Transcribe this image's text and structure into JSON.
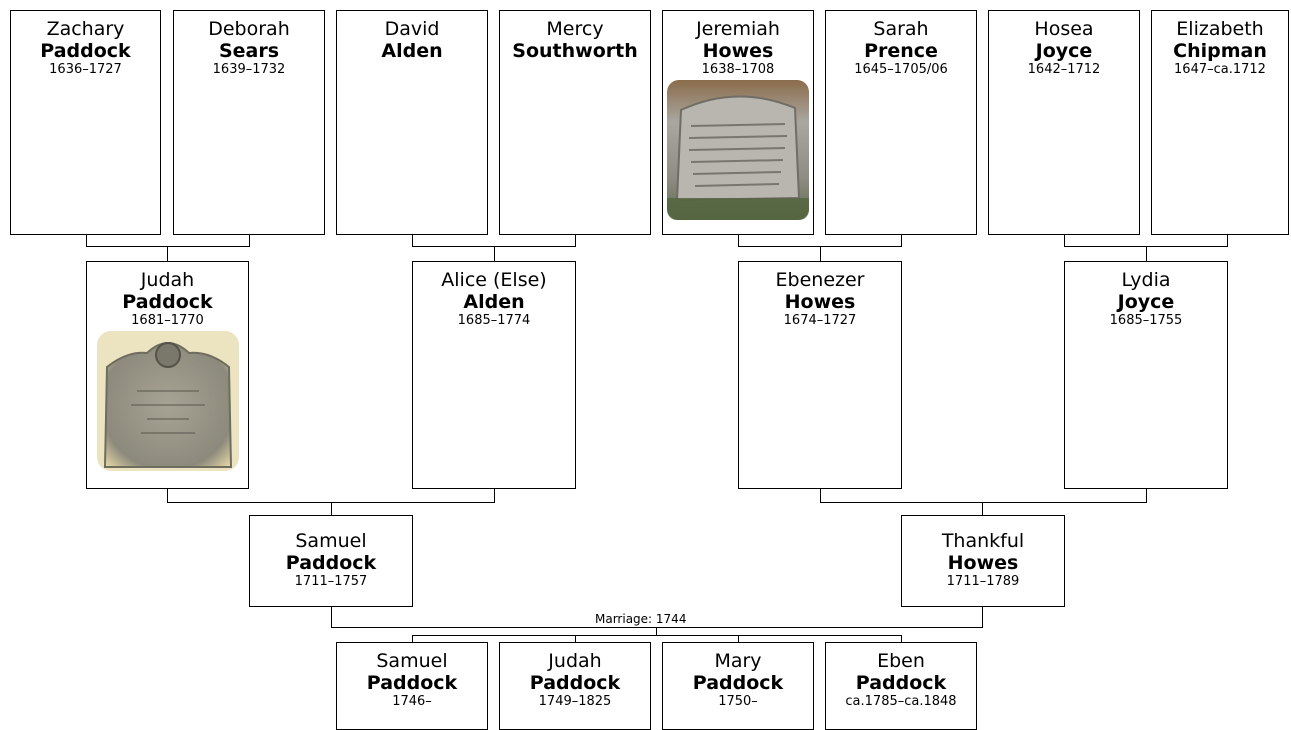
{
  "persons": [
    {
      "id": "zachary-paddock",
      "given": "Zachary",
      "surname": "Paddock",
      "dates": "1636–1727",
      "has_photo": false
    },
    {
      "id": "deborah-sears",
      "given": "Deborah",
      "surname": "Sears",
      "dates": "1639–1732",
      "has_photo": false
    },
    {
      "id": "david-alden",
      "given": "David",
      "surname": "Alden",
      "dates": "",
      "has_photo": false
    },
    {
      "id": "mercy-southworth",
      "given": "Mercy",
      "surname": "Southworth",
      "dates": "",
      "has_photo": false
    },
    {
      "id": "jeremiah-howes",
      "given": "Jeremiah",
      "surname": "Howes",
      "dates": "1638–1708",
      "has_photo": true
    },
    {
      "id": "sarah-prence",
      "given": "Sarah",
      "surname": "Prence",
      "dates": "1645–1705/06",
      "has_photo": false
    },
    {
      "id": "hosea-joyce",
      "given": "Hosea",
      "surname": "Joyce",
      "dates": "1642–1712",
      "has_photo": false
    },
    {
      "id": "elizabeth-chipman",
      "given": "Elizabeth",
      "surname": "Chipman",
      "dates": "1647–ca.1712",
      "has_photo": false
    },
    {
      "id": "judah-paddock-1681",
      "given": "Judah",
      "surname": "Paddock",
      "dates": "1681–1770",
      "has_photo": true
    },
    {
      "id": "alice-alden",
      "given": "Alice (Else)",
      "surname": "Alden",
      "dates": "1685–1774",
      "has_photo": false
    },
    {
      "id": "ebenezer-howes",
      "given": "Ebenezer",
      "surname": "Howes",
      "dates": "1674–1727",
      "has_photo": false
    },
    {
      "id": "lydia-joyce",
      "given": "Lydia",
      "surname": "Joyce",
      "dates": "1685–1755",
      "has_photo": false
    },
    {
      "id": "samuel-paddock-1711",
      "given": "Samuel",
      "surname": "Paddock",
      "dates": "1711–1757",
      "has_photo": false
    },
    {
      "id": "thankful-howes",
      "given": "Thankful",
      "surname": "Howes",
      "dates": "1711–1789",
      "has_photo": false
    },
    {
      "id": "samuel-paddock-1746",
      "given": "Samuel",
      "surname": "Paddock",
      "dates": "1746–",
      "has_photo": false
    },
    {
      "id": "judah-paddock-1749",
      "given": "Judah",
      "surname": "Paddock",
      "dates": "1749–1825",
      "has_photo": false
    },
    {
      "id": "mary-paddock",
      "given": "Mary",
      "surname": "Paddock",
      "dates": "1750–",
      "has_photo": false
    },
    {
      "id": "eben-paddock",
      "given": "Eben",
      "surname": "Paddock",
      "dates": "ca.1785–ca.1848",
      "has_photo": false
    }
  ],
  "marriage_label": "Marriage: 1744",
  "colors": {
    "line": "#000000",
    "box_border": "#000000",
    "background": "#ffffff"
  },
  "icons": {
    "gravestone_photo": "gravestone-photo-icon"
  }
}
